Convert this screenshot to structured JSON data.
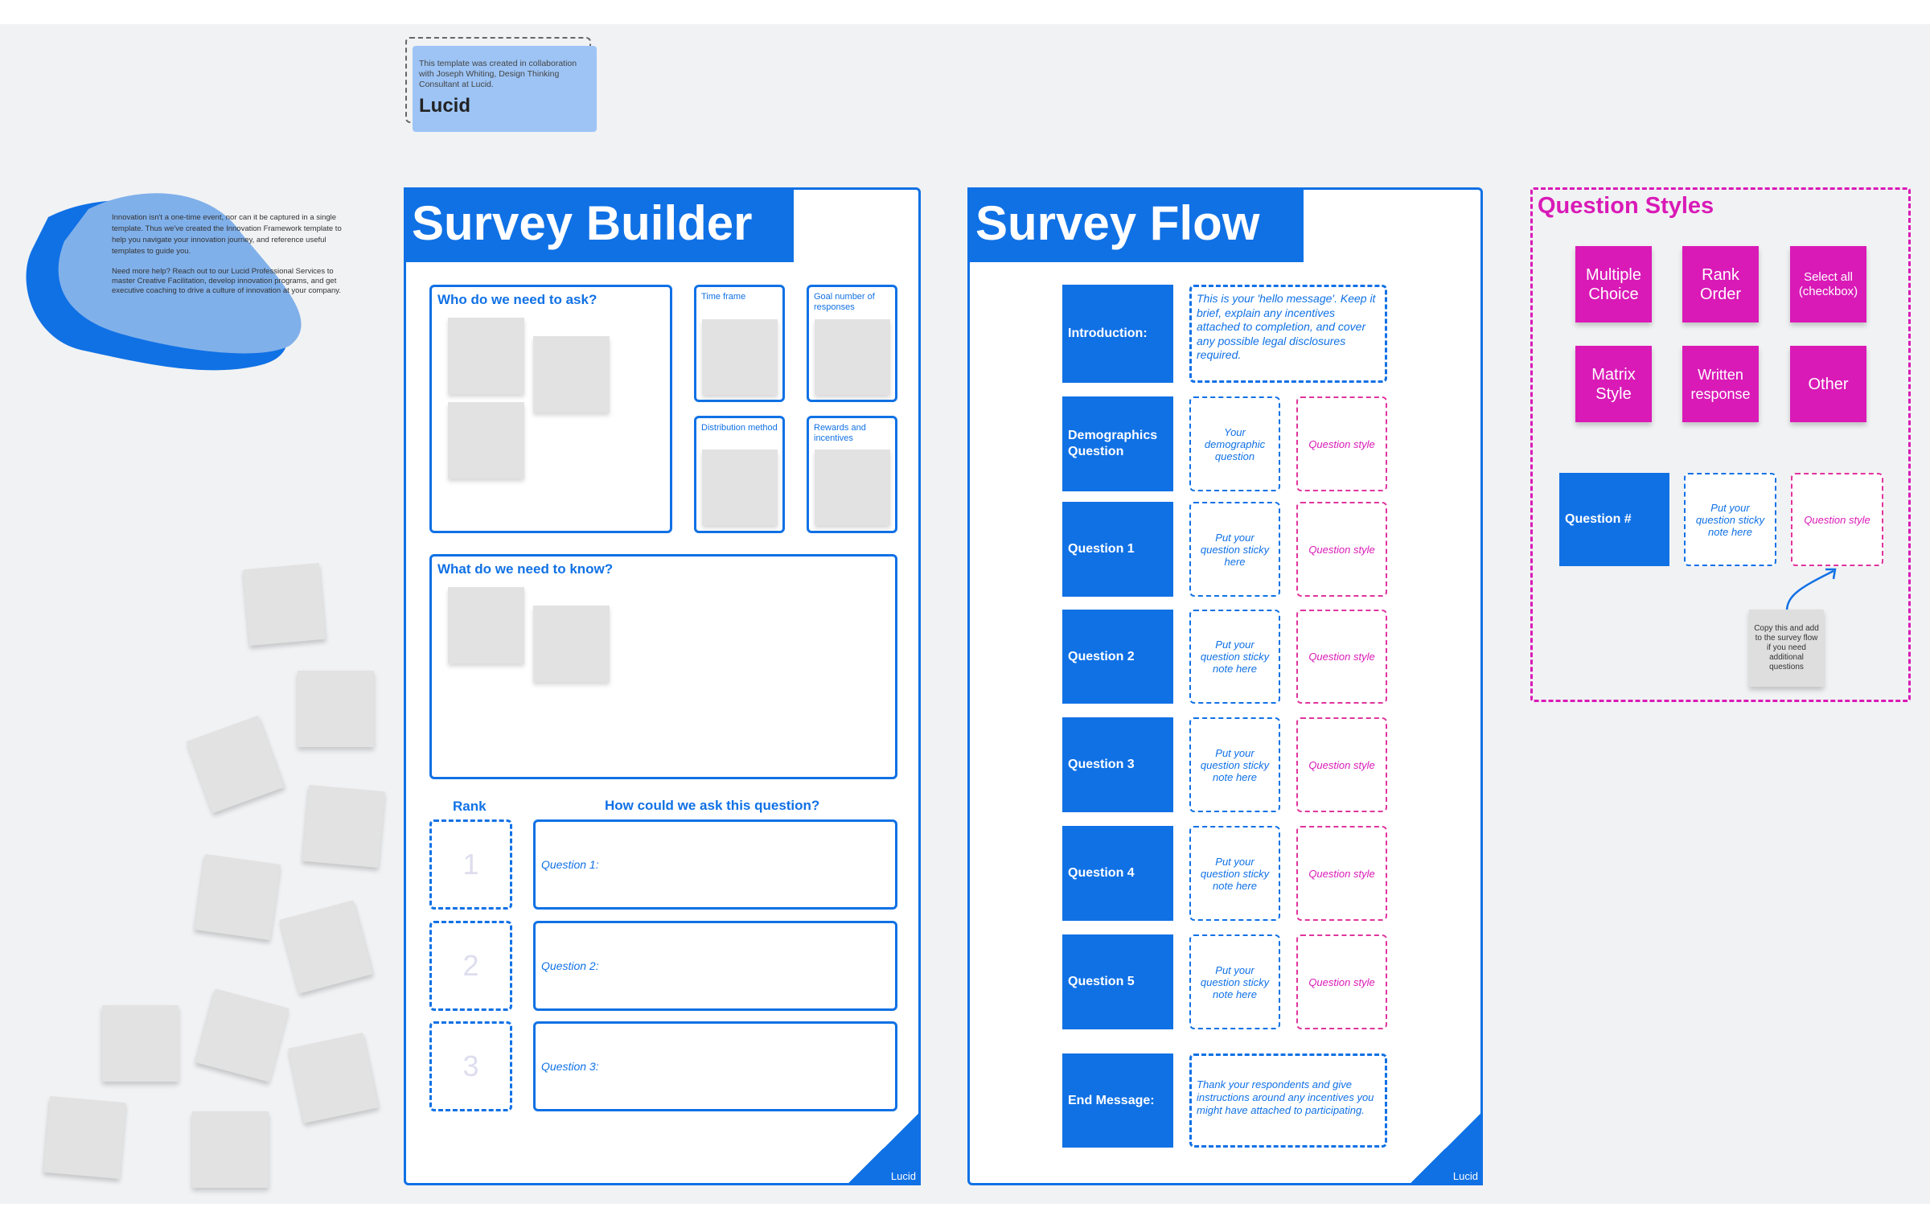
{
  "attribution": {
    "text": "This template was created in collaboration with Joseph Whiting, Design Thinking Consultant at Lucid.",
    "logo": "Lucid"
  },
  "intro": {
    "p1": "Innovation isn't a one-time event, nor can it be captured in a single template. Thus we've created the Innovation Framework template to help you navigate your innovation journey, and reference useful templates to guide you.",
    "p2": "Need more help? Reach out to our Lucid Professional Services to master Creative Facilitation, develop innovation programs, and get executive coaching to drive a culture of innovation at your company."
  },
  "builder": {
    "title": "Survey Builder",
    "who": "Who do we need to ask?",
    "time_frame": "Time frame",
    "goal": "Goal number of responses",
    "distribution": "Distribution method",
    "rewards": "Rewards and incentives",
    "what": "What do we need to know?",
    "rank": "Rank",
    "how": "How could we ask this question?",
    "ranks": [
      "1",
      "2",
      "3"
    ],
    "questions": [
      "Question 1:",
      "Question 2:",
      "Question 3:"
    ],
    "logo": "Lucid"
  },
  "flow": {
    "title": "Survey Flow",
    "rows": [
      {
        "label": "Introduction:",
        "text": "This is your 'hello message'. Keep it brief, explain any incentives attached to completion, and cover any possible legal disclosures required."
      },
      {
        "label": "Demographics Question",
        "sticky": "Your demographic question",
        "style": "Question style"
      },
      {
        "label": "Question 1",
        "sticky": "Put your question sticky here",
        "style": "Question style"
      },
      {
        "label": "Question 2",
        "sticky": "Put your question sticky note here",
        "style": "Question style"
      },
      {
        "label": "Question 3",
        "sticky": "Put your question sticky note here",
        "style": "Question style"
      },
      {
        "label": "Question 4",
        "sticky": "Put your question sticky note here",
        "style": "Question style"
      },
      {
        "label": "Question 5",
        "sticky": "Put your question sticky note here",
        "style": "Question style"
      },
      {
        "label": "End Message:",
        "text": "Thank your respondents and give instructions around any incentives you might have attached to participating."
      }
    ],
    "logo": "Lucid"
  },
  "styles": {
    "title": "Question Styles",
    "stickies": [
      "Multiple Choice",
      "Rank Order",
      "Select all (checkbox)",
      "Matrix Style",
      "Written response",
      "Other"
    ],
    "template": {
      "label": "Question #",
      "sticky": "Put your question sticky note here",
      "style": "Question style"
    },
    "note": "Copy this and add to the survey flow if you need additional questions"
  },
  "colors": {
    "accent": "#1071e5",
    "magenta": "#d91ab7",
    "background": "#f1f2f4"
  }
}
